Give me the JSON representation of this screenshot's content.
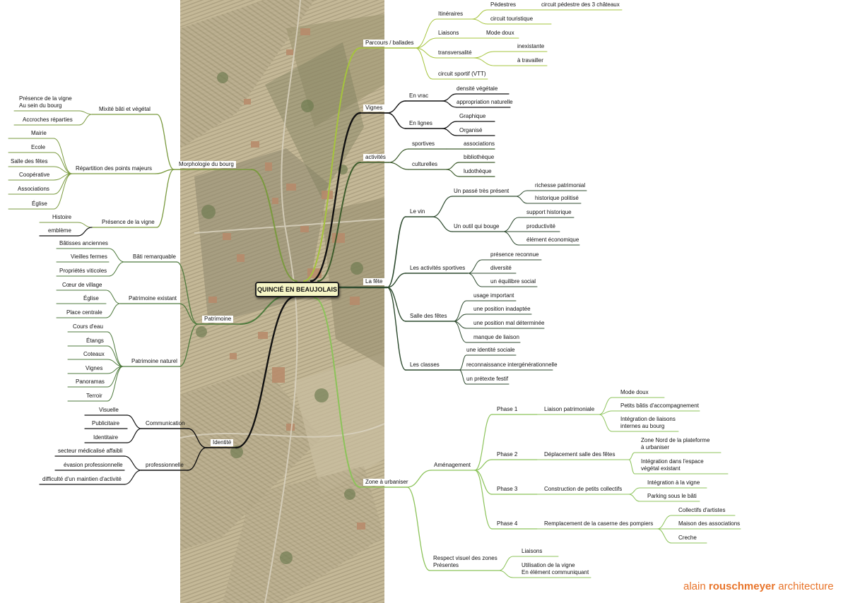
{
  "center": "QUINCIÉ EN BEAUJOLAIS",
  "signature": {
    "part1": "alain",
    "part2": "rouschmeyer",
    "part3": "architecture"
  },
  "colors": {
    "parcours": "#a5c43d",
    "vignes": "#111111",
    "activites": "#3d5c2c",
    "fete": "#2d4a2e",
    "urbaniser": "#8cc35a",
    "morphologie": "#7a9a3f",
    "patrimoine": "#4e7a3d",
    "identite": "#111111",
    "signature": "#e8742a",
    "center_fill": "#f6f5c6"
  },
  "labels": {
    "parcours": "Parcours / ballades",
    "itineraires": "Itinéraires",
    "pedestres": "Pédestres",
    "circuit_pedestre": "circuit pédestre des 3 châteaux",
    "circuit_touristique": "circuit touristique",
    "liaisons_p": "Liaisons",
    "mode_doux_p": "Mode doux",
    "transversalite": "transversalité",
    "inexistante": "inexistante",
    "a_travailler": "à travailler",
    "circuit_vtt": "circuit sportif (VTT)",
    "vignes": "Vignes",
    "en_vrac": "En vrac",
    "densite": "densité végétale",
    "appropriation": "appropriation naturelle",
    "en_lignes": "En lignes",
    "graphique": "Graphique",
    "organise": "Organisé",
    "activites": "activités",
    "sportives": "sportives",
    "associations": "associations",
    "culturelles": "culturelles",
    "bibliotheque": "bibliothèque",
    "ludotheque": "ludothèque",
    "le_vin": "Le vin",
    "passe": "Un passé très présent",
    "richesse": "richesse patrimonial",
    "historique_politise": "historique politisé",
    "outil": "Un outil qui bouge",
    "support_historique": "support historique",
    "productivite": "productivité",
    "element_economique": "élément économique",
    "la_fete": "La fête",
    "activites_sportives": "Les activités sportives",
    "presence_reconnue": "présence reconnue",
    "diversite": "diversité",
    "equilibre": "un équilibre social",
    "salle_fetes": "Salle des fêtes",
    "usage_important": "usage important",
    "position_inadaptee": "une position inadaptée",
    "position_mal": "une position mal déterminée",
    "manque_liaison": "manque de liaison",
    "les_classes": "Les classes",
    "identite_sociale": "une identité sociale",
    "reconnaissance": "reconnaissance intergénérationnelle",
    "pretexte": "un prétexte festif",
    "zone_urbaniser": "Zone à urbaniser",
    "amenagement": "Aménagement",
    "phase1": "Phase 1",
    "liaison_patrimoniale": "Liaison patrimoniale",
    "mode_doux_z": "Mode doux",
    "petits_batis": "Petits bâtis d'accompagnement",
    "integration_liaisons": "Intégration de liaisons\ninternes au bourg",
    "phase2": "Phase 2",
    "deplacement": "Déplacement salle des fêtes",
    "zone_nord": "Zone Nord de la plateforme\nà urbaniser",
    "integration_espace": "Intégration dans l'espace\nvégétal existant",
    "phase3": "Phase 3",
    "construction": "Construction de petits collectifs",
    "integration_vigne": "Intégration à la vigne",
    "parking": "Parking sous le bâti",
    "phase4": "Phase 4",
    "remplacement": "Remplacement de la caserne des pompiers",
    "collectifs": "Collectifs d'artistes",
    "maison_assoc": "Maison des associations",
    "creche": "Creche",
    "respect": "Respect visuel des zones\nPrésentes",
    "liaisons_z": "Liaisons",
    "utilisation": "Utilisation de la vigne\nEn élément communiquant",
    "morphologie": "Morphologie du bourg",
    "mixite": "Mixité bâti et végétal",
    "presence_vigne_bourg": "Présence de la vigne\nAu sein du bourg",
    "accroches": "Accroches réparties",
    "repartition": "Répartition des points majeurs",
    "mairie": "Mairie",
    "ecole": "Ecole",
    "salle_fetes_l": "Salle des fêtes",
    "cooperative": "Coopérative",
    "associations_l": "Associations",
    "eglise_l": "Église",
    "presence_vigne": "Présence de la vigne",
    "histoire": "Histoire",
    "embleme": "emblème",
    "patrimoine": "Patrimoine",
    "bati_remarquable": "Bâti remarquable",
    "batisses": "Bâtisses anciennes",
    "vieilles_fermes": "Vieilles fermes",
    "proprietes": "Propriétés viticoles",
    "patrimoine_existant": "Patrimoine existant",
    "coeur_village": "Cœur de village",
    "eglise_p": "Église",
    "place_centrale": "Place centrale",
    "patrimoine_naturel": "Patrimoine naturel",
    "cours_eau": "Cours d'eau",
    "etangs": "Étangs",
    "coteaux": "Coteaux",
    "vignes_n": "Vignes",
    "panoramas": "Panoramas",
    "terroir": "Terroir",
    "identite": "Identité",
    "communication": "Communication",
    "visuelle": "Visuelle",
    "publicitaire": "Publicitaire",
    "identitaire": "Identitaire",
    "professionnelle": "professionnelle",
    "secteur_medicalise": "secteur médicalisé affaibli",
    "evasion": "évasion professionnelle",
    "difficulte": "difficulté d'un maintien d'activité"
  }
}
